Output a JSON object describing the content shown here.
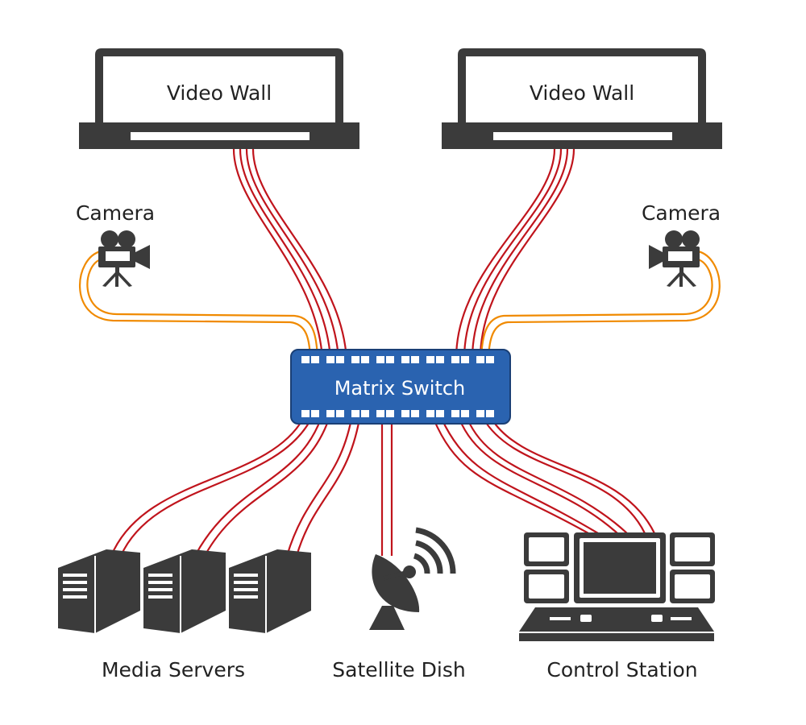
{
  "colors": {
    "device": "#3b3b3b",
    "switch_fill": "#2a63b0",
    "switch_border": "#1a3f75",
    "cable_red": "#c0141c",
    "cable_orange": "#f08a00"
  },
  "video_walls": [
    {
      "label": "Video Wall"
    },
    {
      "label": "Video Wall"
    }
  ],
  "cameras": [
    {
      "label": "Camera",
      "icon": "movie-camera-icon"
    },
    {
      "label": "Camera",
      "icon": "movie-camera-icon"
    }
  ],
  "matrix_switch": {
    "label": "Matrix Switch"
  },
  "bottom": {
    "media_servers": {
      "label": "Media Servers",
      "icon": "server-tower-icon"
    },
    "satellite_dish": {
      "label": "Satellite Dish",
      "icon": "satellite-dish-icon"
    },
    "control_station": {
      "label": "Control Station",
      "icon": "control-desk-icon"
    }
  }
}
